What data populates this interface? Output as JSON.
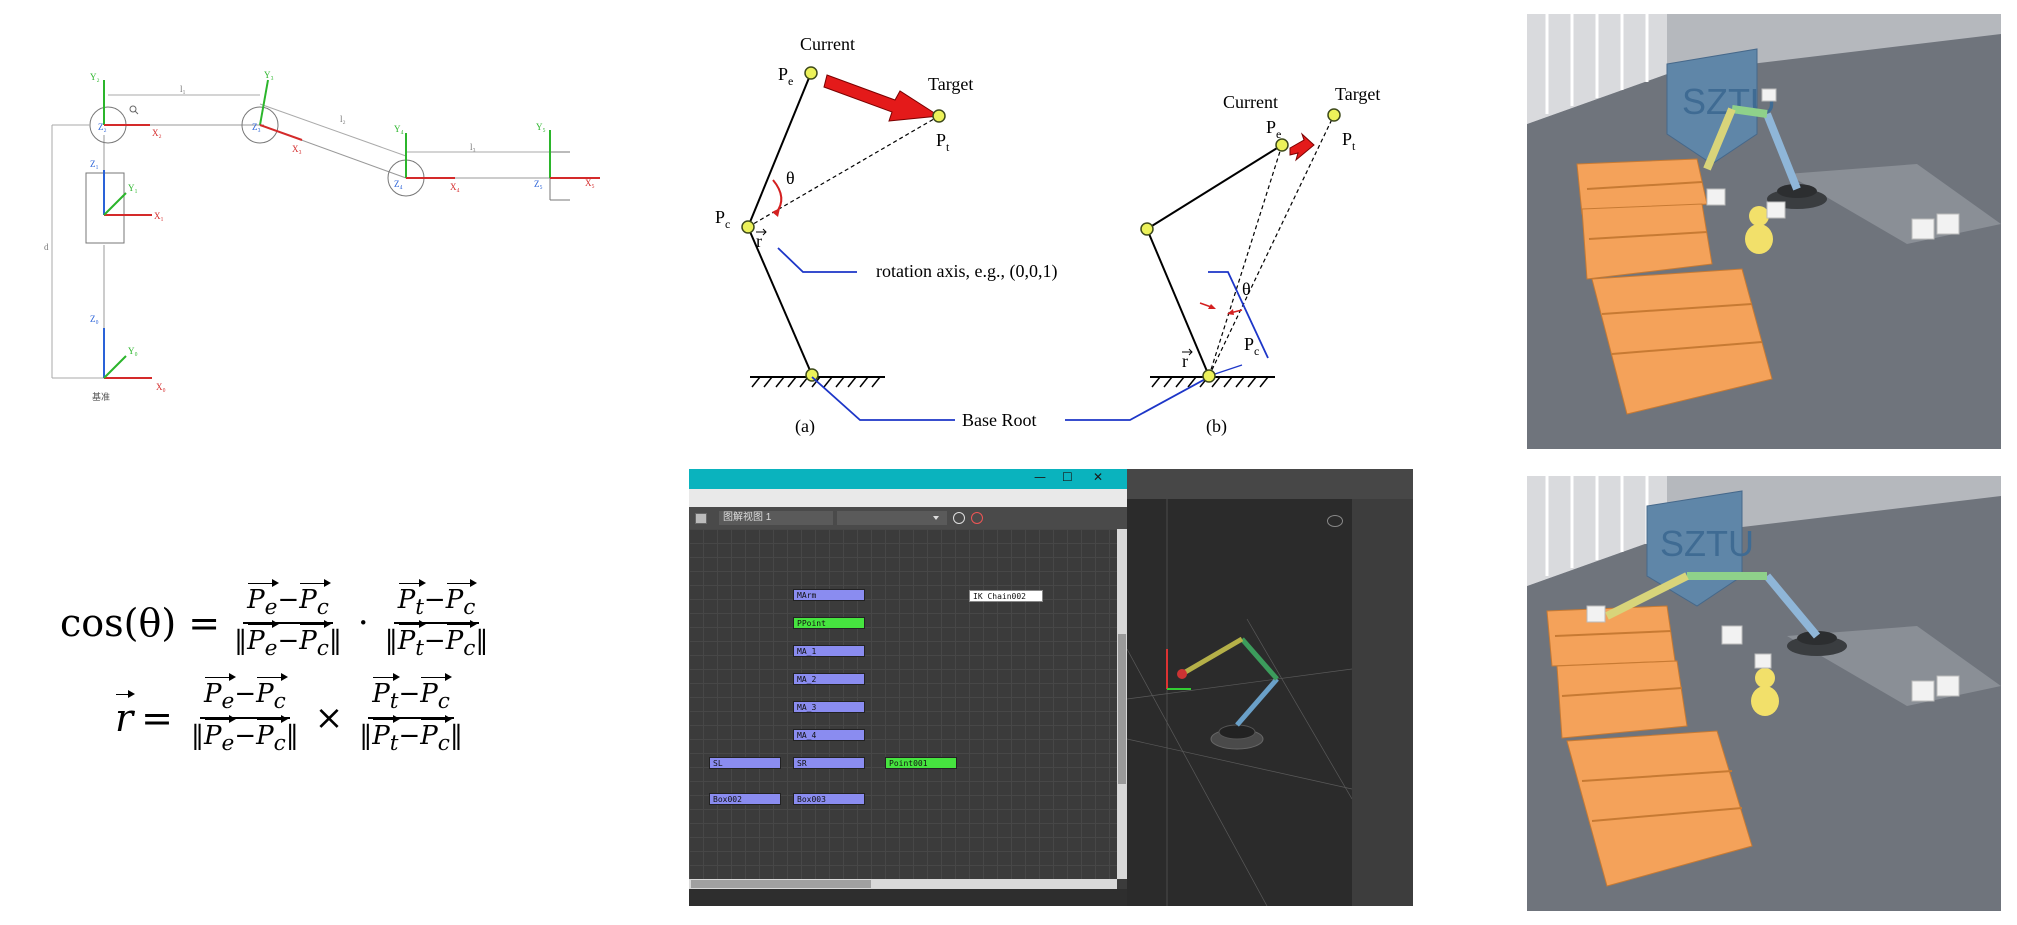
{
  "arm_schematic": {
    "frames": [
      {
        "z": "Z₀",
        "x": "X₀",
        "y": "Y₀"
      },
      {
        "z": "Z₁",
        "x": "X₁",
        "y": "Y₁"
      },
      {
        "z": "Z₂",
        "x": "X₂",
        "y": "Y₂"
      },
      {
        "z": "Z₃",
        "x": "X₃",
        "y": "Y₃"
      },
      {
        "z": "Z₄",
        "x": "X₄",
        "y": "Y₄"
      },
      {
        "z": "Z₅",
        "x": "X₅",
        "y": "Y₅"
      }
    ],
    "link_labels": [
      "l₁",
      "l₂",
      "l₃",
      "d"
    ],
    "base_label": "基准"
  },
  "ik_figure": {
    "a": {
      "current": "Current",
      "target": "Target",
      "pe": "P",
      "pe_sub": "e",
      "pt": "P",
      "pt_sub": "t",
      "pc": "P",
      "pc_sub": "c",
      "theta": "θ",
      "r": "r",
      "caption": "(a)"
    },
    "b": {
      "current": "Current",
      "target": "Target",
      "pe": "P",
      "pe_sub": "e",
      "pt": "P",
      "pt_sub": "t",
      "pc": "P",
      "pc_sub": "c",
      "theta": "θ",
      "r": "r",
      "caption": "(b)"
    },
    "rotation_axis_label": "rotation axis, e.g., (0,0,1)",
    "base_root_label": "Base Root"
  },
  "formula": {
    "lhs1": "cos(θ) =",
    "lhs2": "r",
    "equals": "=",
    "dot": "·",
    "cross": "×",
    "pe": "P",
    "pe_sub": "e",
    "pc": "P",
    "pc_sub": "c",
    "pt": "P",
    "pt_sub": "t",
    "minus": "−",
    "norm": "‖"
  },
  "node_editor": {
    "view_title": "图解视图 1",
    "window_buttons": [
      "—",
      "☐",
      "✕"
    ],
    "nodes": [
      {
        "label": "MArm",
        "color": "blue"
      },
      {
        "label": "PPoint",
        "color": "green"
      },
      {
        "label": "MA_1",
        "color": "blue"
      },
      {
        "label": "MA_2",
        "color": "blue"
      },
      {
        "label": "MA_3",
        "color": "blue"
      },
      {
        "label": "MA_4",
        "color": "blue"
      },
      {
        "label": "SL",
        "color": "blue"
      },
      {
        "label": "SR",
        "color": "blue"
      },
      {
        "label": "Point001",
        "color": "green"
      },
      {
        "label": "Box002",
        "color": "blue"
      },
      {
        "label": "Box003",
        "color": "blue"
      },
      {
        "label": "IK Chain002",
        "color": "white"
      }
    ]
  },
  "unity_scenes": {
    "sign_text": "SZTU",
    "colors": {
      "floor": "#6f747c",
      "pallet": "#f4a25a",
      "arm_yellow": "#d8d47a",
      "arm_green": "#8fd18a",
      "arm_blue": "#8fb6d8",
      "base": "#3a3d40",
      "duck": "#f2e06a",
      "sign": "#5f86a8"
    }
  }
}
